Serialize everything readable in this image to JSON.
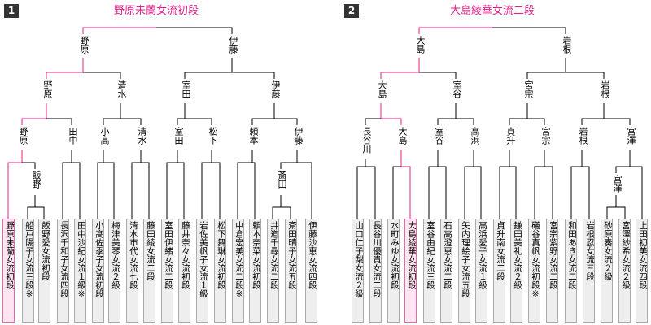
{
  "colors": {
    "winner_line": "#e0218a",
    "normal_line": "#000000",
    "badge_bg": "#333333",
    "winner_box": "#ffe4f1"
  },
  "brackets": [
    {
      "number": "1",
      "title": "野原未蘭女流初段",
      "round_names": {
        "final": [
          "野原",
          "伊藤"
        ],
        "semi": [
          "野原",
          "清水",
          "室田",
          "伊藤"
        ],
        "quarter": [
          "野原",
          "田中",
          "小髙",
          "清水",
          "室田",
          "松下",
          "頼本",
          "伊藤"
        ],
        "first": [
          "飯野",
          "斎田"
        ]
      },
      "players": [
        "野原未蘭女流初段",
        "船戸陽子女流三段※",
        "飯野愛女流初段",
        "長沢千和子女流四段",
        "田中沙紀女流１級※",
        "小髙佐季子女流初段",
        "梅津美琴女流２級",
        "清水市代女流七段",
        "藤田綾女流二段",
        "室田伊緒女流二段",
        "藤井奈々女流初段",
        "岩佐美帆子女流１級",
        "松下舞琳女流初段",
        "中倉宏美女流二段※",
        "頼本奈菜女流初段",
        "井道千尋女流二段",
        "斎田晴子女流五段",
        "伊藤沙恵女流四段"
      ]
    },
    {
      "number": "2",
      "title": "大島綾華女流二段",
      "round_names": {
        "final": [
          "大島",
          "岩根"
        ],
        "semi": [
          "大島",
          "室谷",
          "宮宗",
          "岩根"
        ],
        "quarter": [
          "長谷川",
          "大島",
          "室谷",
          "高浜",
          "貞升",
          "宮宗",
          "岩根",
          "宮澤"
        ],
        "first": [
          "宮澤"
        ]
      },
      "players": [
        "山口仁子梨女流２級",
        "長谷川優貴女流二段",
        "水町みゆ女流初段",
        "大島綾華女流初段",
        "室谷由紀女流三段",
        "石高澄恵女流二段",
        "矢内理絵子女流五段",
        "高浜愛子女流１級",
        "貞升南女流二段",
        "鎌田美礼女流２級",
        "礒谷真帆女流初段※",
        "宮宗紫野女流二段",
        "和田あき女流二段",
        "岩根忍女流三段",
        "砂原奏女流２級",
        "宮澤紗希女流２級",
        "上田初美女流四段"
      ]
    }
  ]
}
